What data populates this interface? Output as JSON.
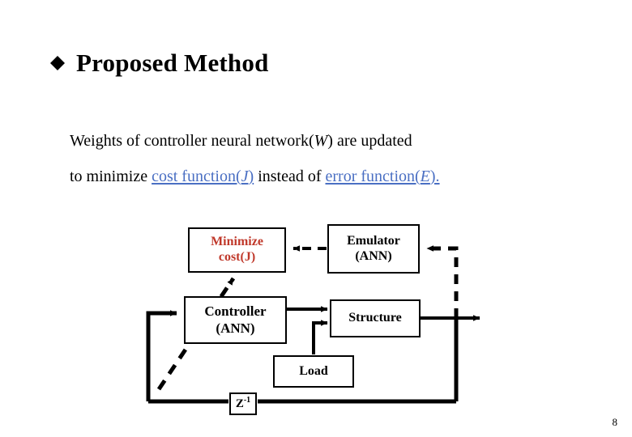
{
  "slide": {
    "title": {
      "bullet": "diamond-bullet-icon",
      "text": "Proposed Method"
    },
    "body": {
      "line1": {
        "part1": "Weights of controller neural network(",
        "symbol_w": "W",
        "part2": ") are updated"
      },
      "line2": {
        "part1": "to minimize ",
        "link1_pre": "cost function(",
        "link1_symbol": "J",
        "link1_post": ")",
        "part2": " instead of ",
        "link2_pre": "error function(",
        "link2_symbol": "E",
        "link2_post": ")."
      }
    },
    "diagram": {
      "nodes": [
        {
          "id": "minimize",
          "line1": "Minimize",
          "line2": "cost(J)",
          "color": "#c0392b"
        },
        {
          "id": "emulator",
          "line1": "Emulator",
          "line2": "(ANN)",
          "color": "#000000"
        },
        {
          "id": "controller",
          "line1": "Controller",
          "line2": "(ANN)",
          "color": "#000000"
        },
        {
          "id": "structure",
          "line1": "Structure",
          "line2": "",
          "color": "#000000"
        },
        {
          "id": "load",
          "line1": "Load",
          "line2": "",
          "color": "#000000"
        },
        {
          "id": "delay",
          "line1": "Z",
          "line2": "-1",
          "color": "#000000"
        }
      ],
      "delay_base": "Z",
      "delay_exponent": "-1"
    },
    "page_number": "8",
    "colors": {
      "link_blue": "#4a6fc3",
      "accent_red": "#c0392b",
      "text_black": "#000000",
      "background": "#ffffff"
    }
  }
}
